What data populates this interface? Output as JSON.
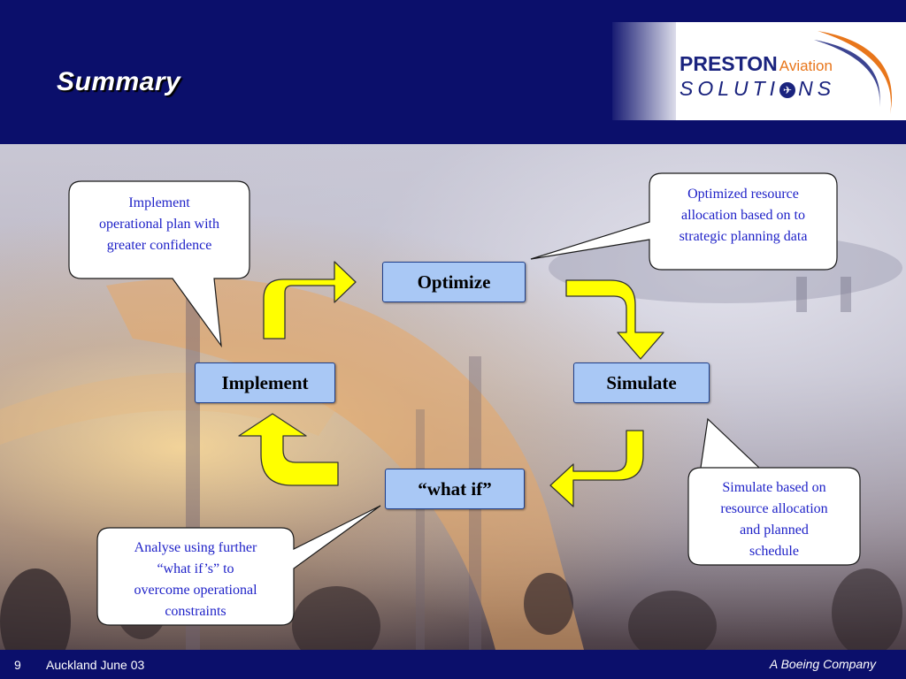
{
  "slide": {
    "title": "Summary",
    "page_number": "9",
    "footer_location": "Auckland June 03",
    "footer_company": "A Boeing Company"
  },
  "logo": {
    "line1": "PRESTON",
    "line1_accent": "Aviation",
    "line2_start": "SOLUTI",
    "line2_o": "✈",
    "line2_end": "NS",
    "colors": {
      "navy": "#1a237e",
      "orange": "#e8761b"
    }
  },
  "diagram": {
    "nodes": {
      "optimize": "Optimize",
      "simulate": "Simulate",
      "what_if": "“what if”",
      "implement": "Implement"
    },
    "callouts": {
      "implement": [
        "Implement",
        "operational plan with",
        "greater confidence"
      ],
      "optimize": [
        "Optimized resource",
        "allocation based on to",
        "strategic planning data"
      ],
      "simulate": [
        "Simulate based on",
        "resource allocation",
        "and planned",
        "schedule"
      ],
      "what_if": [
        "Analyse using further",
        "“what if’s” to",
        "overcome operational",
        "constraints"
      ]
    },
    "colors": {
      "node_fill": "#a9c8f5",
      "arrow_fill": "#ffff00",
      "callout_text": "#1f22c8",
      "header_bg": "#0b0f6b"
    }
  }
}
